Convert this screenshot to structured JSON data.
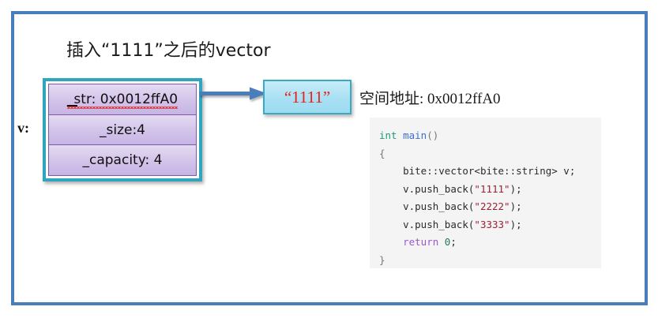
{
  "slide": {
    "title": "插入“1111”之后的vector",
    "frame_color": "#4a7ebb",
    "background": "#ffffff"
  },
  "diagram": {
    "variable_label": "v:",
    "struct_box": {
      "border_color": "#30a5bd",
      "cell_fill": "#d3c4ea",
      "cell_border": "#7d5aa8",
      "rows": [
        {
          "name": "str-field",
          "text": "_str: 0x0012ffA0",
          "spellcheck_underline": true
        },
        {
          "name": "size-field",
          "text": "_size:4",
          "spellcheck_underline": false
        },
        {
          "name": "capacity-field",
          "text": "_capacity: 4",
          "spellcheck_underline": false
        }
      ]
    },
    "arrow": {
      "name": "pointer-arrow",
      "color": "#4a7ebb",
      "direction": "right"
    },
    "value_box": {
      "text": "“1111”",
      "text_color": "#e8201c",
      "fill_color": "#a9e0f3",
      "border_color": "#3ba9c4"
    },
    "address_caption": "空间地址: 0x0012ffA0"
  },
  "code": {
    "background": "#f4f4f4",
    "lines": [
      {
        "id": "line-1",
        "tokens": [
          {
            "t": "int",
            "c": "tok-type"
          },
          {
            "t": " ",
            "c": "tok-plain"
          },
          {
            "t": "main",
            "c": "tok-fn"
          },
          {
            "t": "()",
            "c": "tok-punct"
          }
        ]
      },
      {
        "id": "line-2",
        "tokens": [
          {
            "t": "{",
            "c": "tok-punct"
          }
        ]
      },
      {
        "id": "line-3",
        "tokens": [
          {
            "t": "    ",
            "c": "tok-plain"
          },
          {
            "t": "bite::vector<bite::string> v;",
            "c": "tok-ns"
          }
        ]
      },
      {
        "id": "line-4",
        "tokens": [
          {
            "t": "    ",
            "c": "tok-plain"
          },
          {
            "t": "v.push_back(",
            "c": "tok-plain"
          },
          {
            "t": "\"1111\"",
            "c": "tok-string"
          },
          {
            "t": ");",
            "c": "tok-plain"
          }
        ]
      },
      {
        "id": "line-5",
        "tokens": [
          {
            "t": "    ",
            "c": "tok-plain"
          },
          {
            "t": "v.push_back(",
            "c": "tok-plain"
          },
          {
            "t": "\"2222\"",
            "c": "tok-string"
          },
          {
            "t": ");",
            "c": "tok-plain"
          }
        ]
      },
      {
        "id": "line-6",
        "tokens": [
          {
            "t": "    ",
            "c": "tok-plain"
          },
          {
            "t": "v.push_back(",
            "c": "tok-plain"
          },
          {
            "t": "\"3333\"",
            "c": "tok-string"
          },
          {
            "t": ");",
            "c": "tok-plain"
          }
        ]
      },
      {
        "id": "line-7",
        "tokens": [
          {
            "t": "    ",
            "c": "tok-plain"
          },
          {
            "t": "return",
            "c": "tok-kw"
          },
          {
            "t": " ",
            "c": "tok-plain"
          },
          {
            "t": "0",
            "c": "tok-num"
          },
          {
            "t": ";",
            "c": "tok-plain"
          }
        ]
      },
      {
        "id": "line-8",
        "tokens": [
          {
            "t": "}",
            "c": "tok-punct"
          }
        ]
      }
    ]
  }
}
